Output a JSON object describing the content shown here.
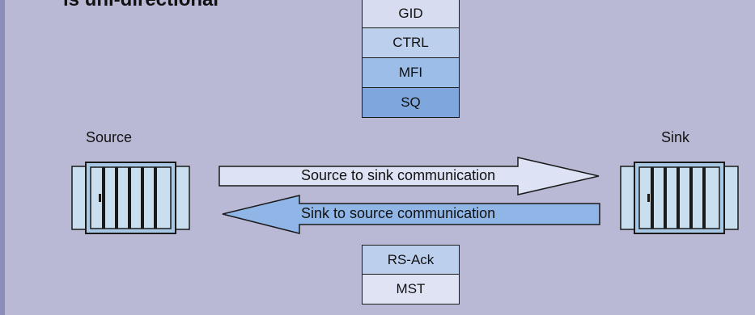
{
  "heading": "is uni-directional",
  "top_stack": [
    {
      "label": "GID",
      "color": "#d7dcf0"
    },
    {
      "label": "CTRL",
      "color": "#bcd0ee"
    },
    {
      "label": "MFI",
      "color": "#9bbde8"
    },
    {
      "label": "SQ",
      "color": "#7fa7de"
    }
  ],
  "bottom_stack": [
    {
      "label": "RS-Ack",
      "color": "#bcd0ee"
    },
    {
      "label": "MST",
      "color": "#dfe3f3"
    }
  ],
  "source_label": "Source",
  "sink_label": "Sink",
  "arrow_forward": {
    "label": "Source to sink communication",
    "color": "#dde3f5"
  },
  "arrow_backward": {
    "label": "Sink to source communication",
    "color": "#8fb6e6"
  },
  "cabinet_colors": {
    "light": "#c9dff0",
    "mid": "#a8c8e6",
    "dark": "#7ea3c8"
  }
}
